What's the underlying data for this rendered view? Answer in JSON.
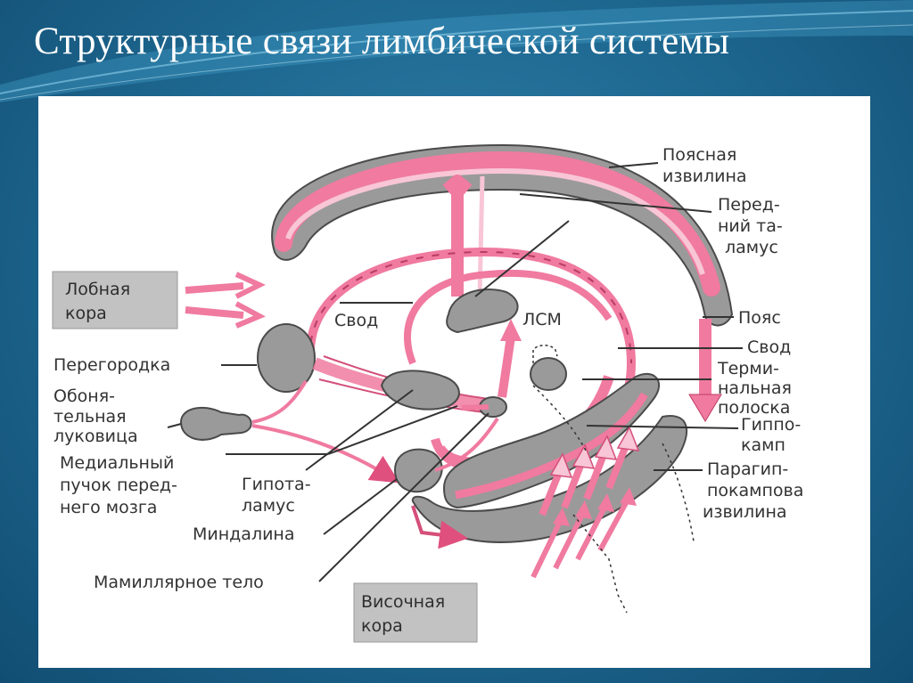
{
  "slide": {
    "title": "Структурные связи лимбической системы"
  },
  "colors": {
    "background": "#1f6a93",
    "pathway_pink": "#f07aa0",
    "pathway_light": "#f8c6d6",
    "structure_gray": "#9a9a9a",
    "outline": "#4a4a4a",
    "box_gray": "#c2c2c2"
  },
  "diagram": {
    "labels": {
      "cingulate_gyrus": [
        "Поясная",
        "извилина"
      ],
      "anterior_thalamus": [
        "Перед-",
        "ний та-",
        "ламус"
      ],
      "cingulum": "Пояс",
      "fornix_right": "Свод",
      "stria_terminalis": [
        "Терми-",
        "нальная",
        "полоска"
      ],
      "hippocampus": [
        "Гиппо-",
        "камп"
      ],
      "parahippocampal_gyrus": [
        "Парагип-",
        "покампова",
        "извилина"
      ],
      "fornix_center": "Свод",
      "lsm": "ЛСМ",
      "septum": "Перегородка",
      "olfactory_bulb": [
        "Обоня-",
        "тельная",
        "луковица"
      ],
      "medial_forebrain_bundle": [
        "Медиальный",
        "пучок перед-",
        "него мозга"
      ],
      "hypothalamus": [
        "Гипота-",
        "ламус"
      ],
      "amygdala": "Миндалина",
      "mammillary_body": "Мамиллярное тело"
    },
    "boxes": {
      "frontal_cortex": [
        "Лобная",
        "кора"
      ],
      "temporal_cortex": [
        "Височная",
        "кора"
      ]
    }
  }
}
